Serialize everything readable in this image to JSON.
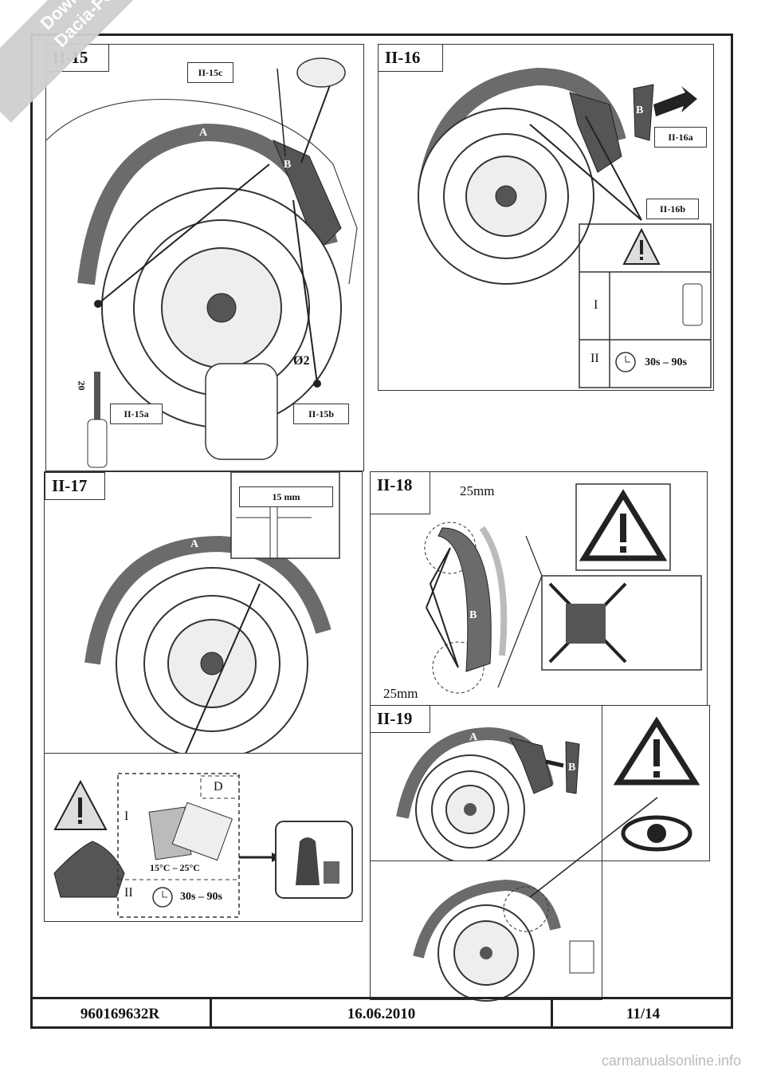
{
  "watermark": {
    "line1": "Downloaded From",
    "line2": "Dacia-Forum.co.uk"
  },
  "site_footer": "carmanualsonline.info",
  "panels": {
    "ii15": {
      "tag": "II-15",
      "labels": [
        "II-15c",
        "II-15a",
        "II-15b"
      ],
      "part_a": "A",
      "part_b": "B",
      "drill": "Ø2",
      "torx": "20"
    },
    "ii16": {
      "tag": "II-16",
      "labels": [
        "II-16a",
        "II-16b"
      ],
      "part_b": "B",
      "step1": "I",
      "step2": "II",
      "time": "30s – 90s"
    },
    "ii17": {
      "tag": "II-17",
      "gap": "15 mm",
      "part_a": "A",
      "d_label": "D",
      "step1": "I",
      "step2": "II",
      "temp": "15°C – 25°C",
      "time": "30s – 90s"
    },
    "ii18": {
      "tag": "II-18",
      "top_dim": "25mm",
      "bottom_dim": "25mm",
      "part_b": "B"
    },
    "ii19": {
      "tag": "II-19",
      "part_a": "A",
      "part_b": "B"
    }
  },
  "footer": {
    "ref": "960169632R",
    "date": "16.06.2010",
    "page": "11/14"
  },
  "colors": {
    "line": "#222222",
    "fender": "#6b6b6b",
    "gray": "#cfcfcf"
  }
}
